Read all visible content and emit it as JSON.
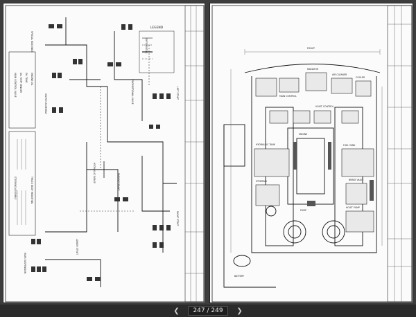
{
  "toolbar": {
    "page_indicator": "247 / 249",
    "prev_icon": "chevron-left-icon",
    "next_icon": "chevron-right-icon"
  },
  "left_sheet": {
    "legend_title": "LEGEND",
    "labels": [
      "SPECIAL BEARINGS",
      "SWITCH ASSEMBLY",
      "MAIN CONTROL VALVE",
      "OIL TEMP SENDER",
      "OIL TANK",
      "ENGINE OIL",
      "STEERING ASSEMBLY",
      "TRUCK BODY MOUNTING",
      "HYDRAULIC BRAKE",
      "PARKING BRAKE",
      "PROPORTIONAL VALVE",
      "DIFFERENTIAL",
      "LEFT STRUT",
      "RIGHT STRUT",
      "LOWER STRUT",
      "REAR SUSPENSION"
    ]
  },
  "right_sheet": {
    "labels": [
      "BATTERY",
      "HYDRAULIC TANK",
      "MAIN CONTROL",
      "HOIST CONTROL",
      "ENGINE",
      "RADIATOR",
      "FUEL TANK",
      "AIR CLEANER",
      "PUMP",
      "STEERING",
      "HOIST PUMP",
      "BRAKE VALVE",
      "COOLER",
      "FRONT"
    ]
  }
}
